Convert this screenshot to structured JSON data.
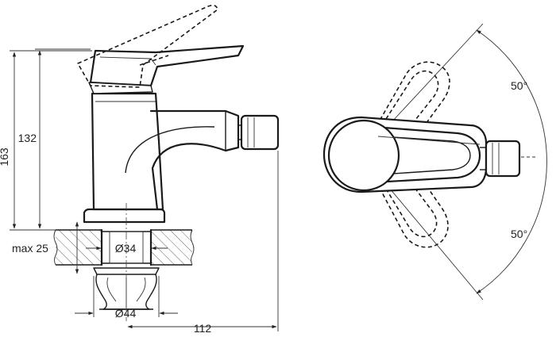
{
  "dimensions": {
    "overall_height": "163",
    "body_height": "132",
    "max_thickness": "max 25",
    "hole_diameter": "Ø34",
    "nut_diameter": "Ø44",
    "reach": "112"
  },
  "angles": {
    "upper": "50°",
    "lower": "50°"
  },
  "colors": {
    "line": "#1a1a1a",
    "hatch": "#555555"
  }
}
